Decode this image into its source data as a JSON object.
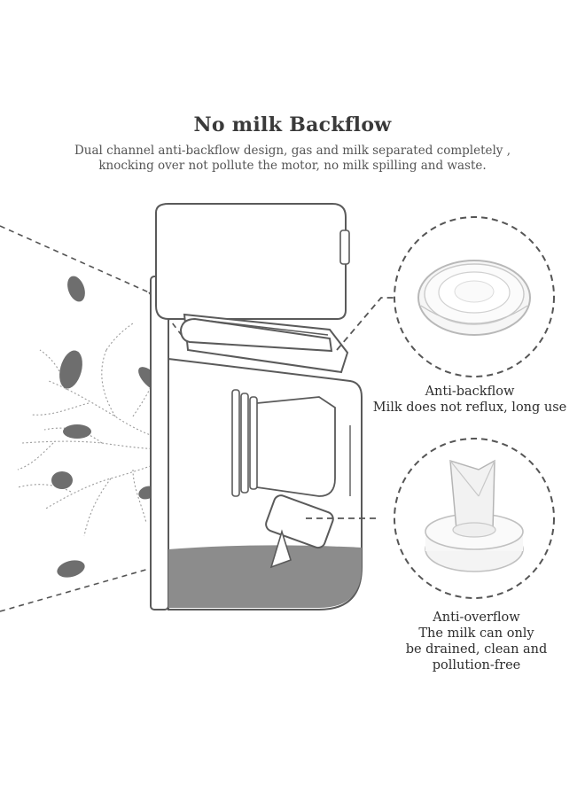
{
  "heading": {
    "title": "No milk Backflow",
    "subtitle_line1": "Dual channel anti-backflow design, gas and milk separated completely ,",
    "subtitle_line2": "knocking over not pollute the motor, no milk spilling and waste."
  },
  "callouts": [
    {
      "line1": "Anti-backflow",
      "line2": "Milk does not reflux, long use"
    },
    {
      "line1": "Anti-overflow",
      "line2": "The milk can only",
      "line3": "be drained, clean and",
      "line4": "pollution-free"
    }
  ],
  "colors": {
    "outline": "#5a5a5a",
    "milk": "#8c8c8c",
    "drops": "#6e6e6e",
    "dashed": "#555555",
    "vein": "#9a9a9a"
  }
}
